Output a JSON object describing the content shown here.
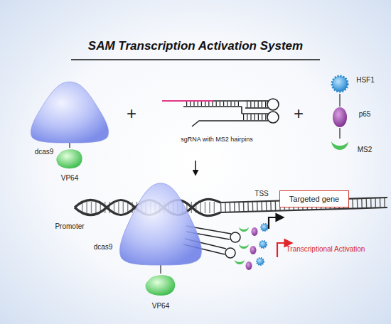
{
  "diagram": {
    "title": "SAM Transcription Activation System",
    "nodes": [
      {
        "text": [
          "dcas9"
        ]
      },
      {
        "text": [
          "VP64"
        ]
      },
      {
        "text": [
          "HSF1"
        ]
      },
      {
        "text": [
          "p65"
        ]
      },
      {
        "text": [
          "MS2"
        ]
      },
      {
        "text": [
          "Targeted gene"
        ]
      },
      {
        "text": [
          "dcas9"
        ]
      },
      {
        "text": [
          "VP64"
        ]
      }
    ],
    "edges": [
      {
        "from": 0,
        "to": 1,
        "arrow": "none"
      },
      {
        "from": 2,
        "to": 3,
        "arrow": "none"
      },
      {
        "from": 3,
        "to": 4,
        "arrow": "none"
      },
      {
        "from": 6,
        "to": 7,
        "arrow": "none"
      }
    ],
    "labels": [
      "+",
      "sgRNA with MS2 hairpins",
      "+",
      "TSS",
      "Promoter",
      "Transcriptional Activation"
    ]
  }
}
